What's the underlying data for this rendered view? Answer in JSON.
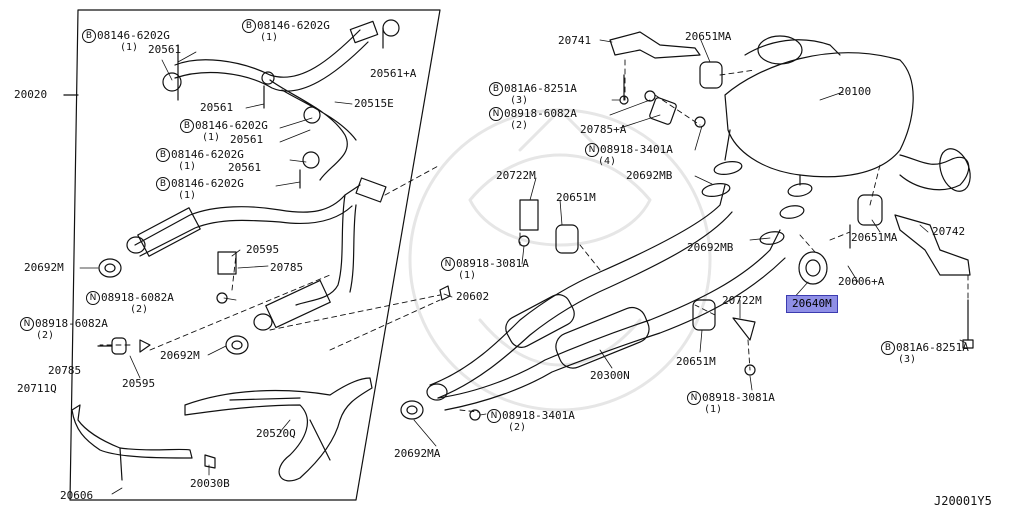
{
  "diagram_code": "J20001Y5",
  "highlight_color": "#8f8fe6",
  "labels": {
    "p20020": "20020",
    "b1": "08146-6202G",
    "b1q": "(1)",
    "p20561_a": "20561",
    "b2": "08146-6202G",
    "b2q": "(1)",
    "p20561_plus_a": "20561+A",
    "p20561_b": "20561",
    "p20515e": "20515E",
    "b3": "08146-6202G",
    "b3q": "(1)",
    "p20561_c": "20561",
    "b4": "08146-6202G",
    "b4q": "(1)",
    "p20561_d": "20561",
    "b5": "08146-6202G",
    "b5q": "(1)",
    "p20692m_a": "20692M",
    "p20595_a": "20595",
    "p20785_a": "20785",
    "n1": "08918-6082A",
    "n1q": "(2)",
    "n2": "08918-6082A",
    "n2q": "(2)",
    "p20785_b": "20785",
    "p20595_b": "20595",
    "p20692m_b": "20692M",
    "p20711q": "20711Q",
    "p20602": "20602",
    "p20520q": "20520Q",
    "p20030b": "20030B",
    "p20606": "20606",
    "p20741": "20741",
    "p20651ma_a": "20651MA",
    "b6": "081A6-8251A",
    "b6q": "(3)",
    "n3": "08918-6082A",
    "n3q": "(2)",
    "p20785_plus_a": "20785+A",
    "p20100": "20100",
    "n4": "08918-3401A",
    "n4q": "(4)",
    "p20722m_a": "20722M",
    "p20692mb_a": "20692MB",
    "p20651m_a": "20651M",
    "p20692mb_b": "20692MB",
    "n5": "08918-3081A",
    "n5q": "(1)",
    "p20651ma_b": "20651MA",
    "p20742": "20742",
    "p20606_plus_a": "20606+A",
    "p20640m": "20640M",
    "p20722m_b": "20722M",
    "b7": "081A6-8251A",
    "b7q": "(3)",
    "p20651m_b": "20651M",
    "p20300n": "20300N",
    "n6": "08918-3081A",
    "n6q": "(1)",
    "n7": "08918-3401A",
    "n7q": "(2)",
    "p20692ma": "20692MA"
  },
  "badges": {
    "bolt": "B",
    "nut": "N"
  }
}
